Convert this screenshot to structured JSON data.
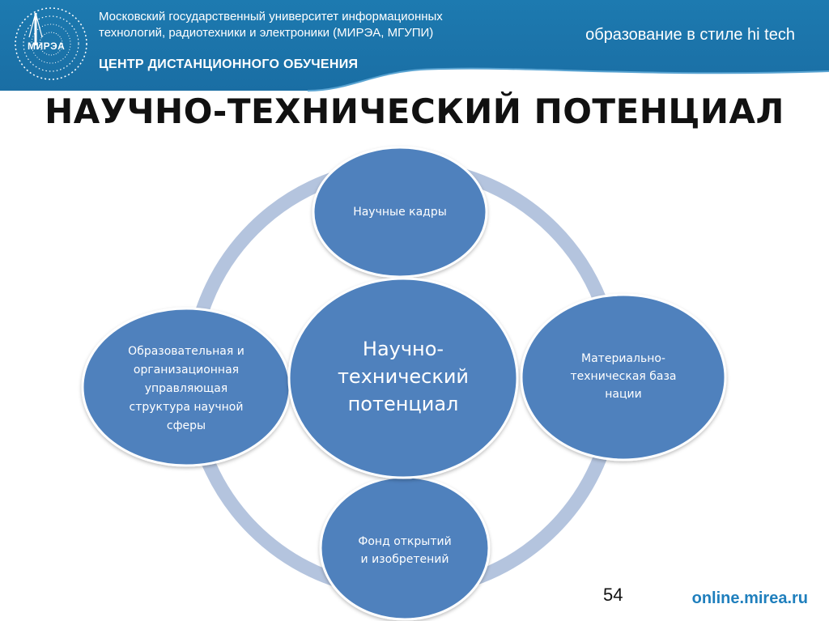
{
  "header": {
    "logo_text": "МИРЭА",
    "university_line1": "Московский государственный университет информационных",
    "university_line2": "технологий, радиотехники и электроники (МИРЭА, МГУПИ)",
    "center_name": "ЦЕНТР ДИСТАНЦИОННОГО ОБУЧЕНИЯ",
    "slogan": "образование в стиле hi tech"
  },
  "slide": {
    "title": "НАУЧНО-ТЕХНИЧЕСКИЙ ПОТЕНЦИАЛ"
  },
  "diagram": {
    "center": "Научно-\nтехнический\nпотенциал",
    "nodes": {
      "top": "Научные кадры",
      "right": "Материально-\nтехническая база\nнации",
      "bottom": "Фонд открытий\nи изобретений",
      "left": "Образовательная и\nорганизационная\nуправляющая\nструктура научной\nсферы"
    }
  },
  "footer": {
    "page_number": "54",
    "url": "online.mirea.ru"
  },
  "colors": {
    "header_blue": "#1a6ea4",
    "node_fill": "#4f81bd",
    "node_stroke": "#ffffff",
    "ring": "#b4c4de",
    "url_blue": "#1f7fbd"
  }
}
